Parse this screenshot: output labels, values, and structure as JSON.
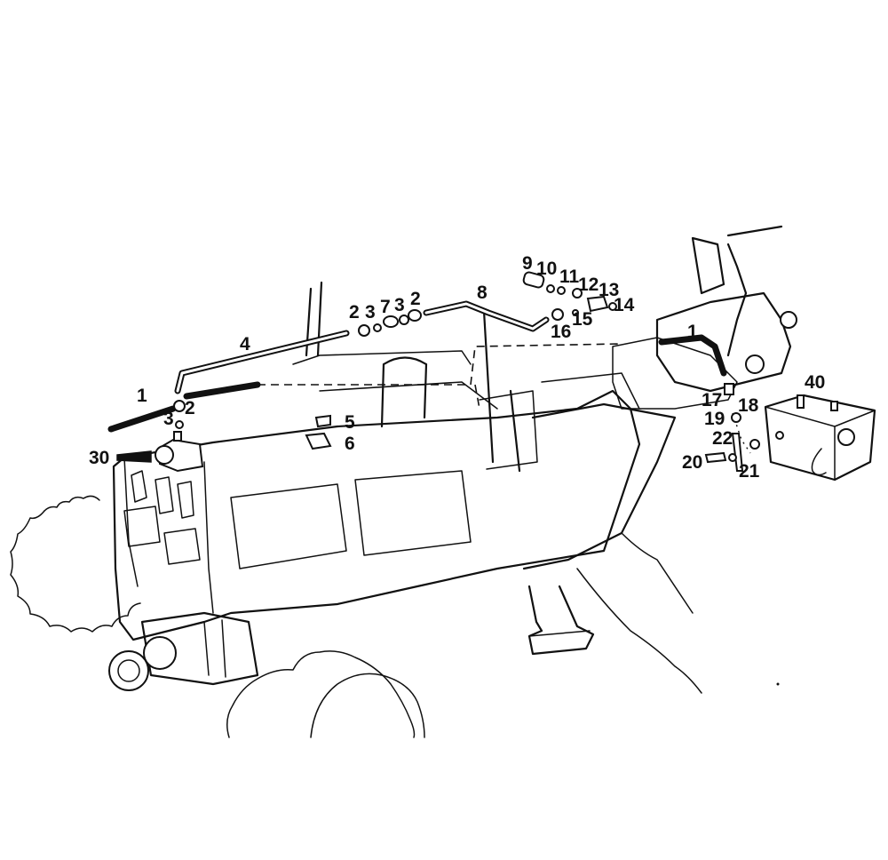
{
  "labels": [
    {
      "id": "l1a",
      "text": "1"
    },
    {
      "id": "l2a",
      "text": "2"
    },
    {
      "id": "l3a",
      "text": "3"
    },
    {
      "id": "l30",
      "text": "30"
    },
    {
      "id": "l4",
      "text": "4"
    },
    {
      "id": "l2b",
      "text": "2"
    },
    {
      "id": "l3b",
      "text": "3"
    },
    {
      "id": "l7",
      "text": "7"
    },
    {
      "id": "l3c",
      "text": "3"
    },
    {
      "id": "l2c",
      "text": "2"
    },
    {
      "id": "l8",
      "text": "8"
    },
    {
      "id": "l9",
      "text": "9"
    },
    {
      "id": "l10",
      "text": "10"
    },
    {
      "id": "l11",
      "text": "11"
    },
    {
      "id": "l12",
      "text": "12"
    },
    {
      "id": "l13",
      "text": "13"
    },
    {
      "id": "l14",
      "text": "14"
    },
    {
      "id": "l15",
      "text": "15"
    },
    {
      "id": "l16",
      "text": "16"
    },
    {
      "id": "l1b",
      "text": "1"
    },
    {
      "id": "l17",
      "text": "17"
    },
    {
      "id": "l18",
      "text": "18"
    },
    {
      "id": "l19",
      "text": "19"
    },
    {
      "id": "l22",
      "text": "22"
    },
    {
      "id": "l20",
      "text": "20"
    },
    {
      "id": "l21",
      "text": "21"
    },
    {
      "id": "l40",
      "text": "40"
    },
    {
      "id": "l5",
      "text": "5"
    },
    {
      "id": "l6",
      "text": "6"
    }
  ]
}
